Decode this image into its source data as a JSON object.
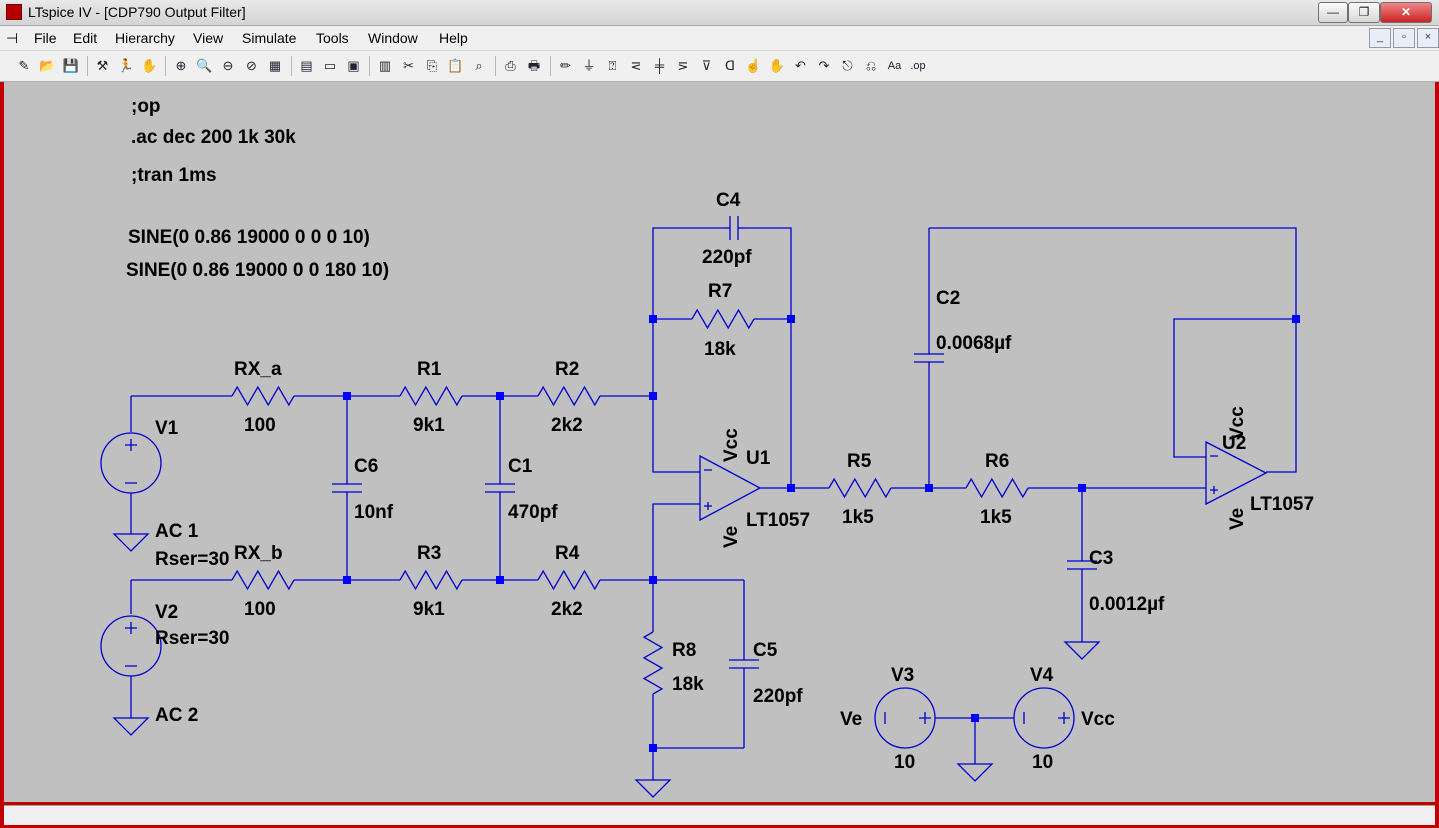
{
  "window": {
    "title": "LTspice IV - [CDP790 Output Filter]",
    "caption_minimize": "—",
    "caption_restore": "❐",
    "caption_close": "✕"
  },
  "menu": [
    {
      "label": "File"
    },
    {
      "label": "Edit"
    },
    {
      "label": "Hierarchy"
    },
    {
      "label": "View"
    },
    {
      "label": "Simulate"
    },
    {
      "label": "Tools"
    },
    {
      "label": "Window"
    },
    {
      "label": "Help"
    }
  ],
  "mdi_buttons": {
    "minimize": "_",
    "restore": "▫",
    "close": "×"
  },
  "toolbar_icons": [
    "new-schematic-icon",
    "open-icon",
    "save-icon",
    "control-panel-icon",
    "run-icon",
    "halt-icon",
    "zoom-in-icon",
    "zoom-pan-icon",
    "zoom-out-icon",
    "zoom-fit-icon",
    "autorange-icon",
    "waveform-icon",
    "tile-horizontal-icon",
    "cascade-icon",
    "tile-vertical-icon",
    "cut-icon",
    "copy-icon",
    "paste-icon",
    "find-icon",
    "print-preview-icon",
    "print-icon",
    "draw-wire-icon",
    "ground-icon",
    "label-net-icon",
    "resistor-icon",
    "capacitor-icon",
    "inductor-icon",
    "diode-icon",
    "component-icon",
    "move-icon",
    "drag-icon",
    "undo-icon",
    "redo-icon",
    "rotate-icon",
    "mirror-icon",
    "text-icon",
    "spice-directive-icon"
  ],
  "directives": {
    "op": ";op",
    "ac": ".ac dec 200 1k 30k",
    "tran": ";tran 1ms",
    "sine1": "SINE(0 0.86 19000 0 0 0 10)",
    "sine2": "SINE(0 0.86 19000 0 0 180 10)"
  },
  "components": {
    "V1": {
      "name": "V1",
      "value": "AC 1",
      "rser": "Rser=30"
    },
    "V2": {
      "name": "V2",
      "value": "AC 2",
      "rser": "Rser=30"
    },
    "RXa": {
      "name": "RX_a",
      "value": "100"
    },
    "RXb": {
      "name": "RX_b",
      "value": "100"
    },
    "R1": {
      "name": "R1",
      "value": "9k1"
    },
    "R2": {
      "name": "R2",
      "value": "2k2"
    },
    "R3": {
      "name": "R3",
      "value": "9k1"
    },
    "R4": {
      "name": "R4",
      "value": "2k2"
    },
    "R5": {
      "name": "R5",
      "value": "1k5"
    },
    "R6": {
      "name": "R6",
      "value": "1k5"
    },
    "R7": {
      "name": "R7",
      "value": "18k"
    },
    "R8": {
      "name": "R8",
      "value": "18k"
    },
    "C1": {
      "name": "C1",
      "value": "470pf"
    },
    "C2": {
      "name": "C2",
      "value": "0.0068µf"
    },
    "C3": {
      "name": "C3",
      "value": "0.0012µf"
    },
    "C4": {
      "name": "C4",
      "value": "220pf"
    },
    "C5": {
      "name": "C5",
      "value": "220pf"
    },
    "C6": {
      "name": "C6",
      "value": "10nf"
    },
    "U1": {
      "name": "U1",
      "model": "LT1057",
      "vcc": "Vcc",
      "ve": "Ve"
    },
    "U2": {
      "name": "U2",
      "model": "LT1057",
      "vcc": "Vcc",
      "ve": "Ve"
    },
    "V3": {
      "name": "V3",
      "value": "10",
      "net": "Ve"
    },
    "V4": {
      "name": "V4",
      "value": "10",
      "net": "Vcc"
    }
  },
  "colors": {
    "wire": "#0000d0",
    "node": "#0000ff",
    "background": "#c0c0c0",
    "frame": "#c00000"
  }
}
